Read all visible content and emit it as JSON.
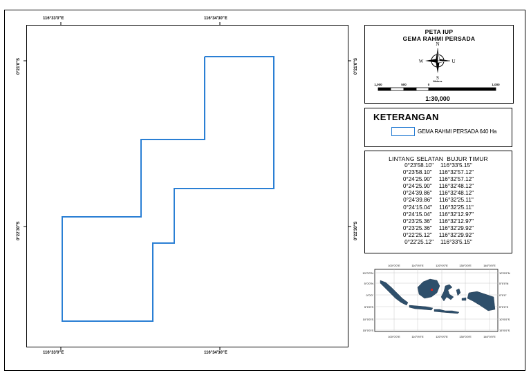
{
  "map": {
    "top_ticks": [
      "116°33'0\"E",
      "116°34'30\"E"
    ],
    "bottom_ticks": [
      "116°33'0\"E",
      "116°34'30\"E"
    ],
    "left_ticks": [
      "0°21'0\"S",
      "0°22'30\"S"
    ],
    "right_ticks": [
      "0°21'0\"S",
      "0°22'30\"S"
    ],
    "boundary_color": "#2a7fd4"
  },
  "title_panel": {
    "title_line1": "PETA IUP",
    "title_line2": "GEMA RAHMI PERSADA",
    "compass": {
      "n": "N",
      "s": "S",
      "w": "W",
      "e": "U"
    },
    "scale_unit": "Meters",
    "scale_ticks": [
      "1,000",
      "500",
      "0",
      "1,000"
    ],
    "scale_ratio": "1:30,000"
  },
  "legend": {
    "title": "KETERANGAN",
    "item_label": "GEMA RAHMI PERSADA 640 Ha"
  },
  "coordinates": {
    "header": "LINTANG SELATAN  BUJUR TIMUR",
    "rows": [
      [
        "0°23'58.10\"",
        "116°33'5.15\""
      ],
      [
        "0°23'58.10\"",
        "116°32'57.12\""
      ],
      [
        "0°24'25.90\"",
        "116°32'57.12\""
      ],
      [
        "0°24'25.90\"",
        "116°32'48.12\""
      ],
      [
        "0°24'39.86\"",
        "116°32'48.12\""
      ],
      [
        "0°24'39.86\"",
        "116°32'25.11\""
      ],
      [
        "0°24'15.04\"",
        "116°32'25.11\""
      ],
      [
        "0°24'15.04\"",
        "116°32'12.97\""
      ],
      [
        "0°23'25.36\"",
        "116°32'12.97\""
      ],
      [
        "0°23'25.36\"",
        "116°32'29.92\""
      ],
      [
        "0°22'25.12\"",
        "116°32'29.92\""
      ],
      [
        "0°22'25.12\"",
        "116°33'5.15\""
      ]
    ]
  },
  "inset": {
    "top_ticks": [
      "100°0'0\"E",
      "110°0'0\"E",
      "120°0'0\"E",
      "130°0'0\"E",
      "140°0'0\"E"
    ],
    "bottom_ticks": [
      "100°0'0\"E",
      "110°0'0\"E",
      "120°0'0\"E",
      "130°0'0\"E",
      "140°0'0\"E"
    ],
    "left_ticks": [
      "10°0'0\"N",
      "5°0'0\"N",
      "0°0'0\"",
      "5°0'0\"S",
      "10°0'0\"S",
      "15°0'0\"S"
    ],
    "right_ticks": [
      "10°0'0\"N",
      "5°0'0\"N",
      "0°0'0\"",
      "5°0'0\"S",
      "10°0'0\"S",
      "15°0'0\"S"
    ],
    "land_color": "#2e4f6b"
  }
}
